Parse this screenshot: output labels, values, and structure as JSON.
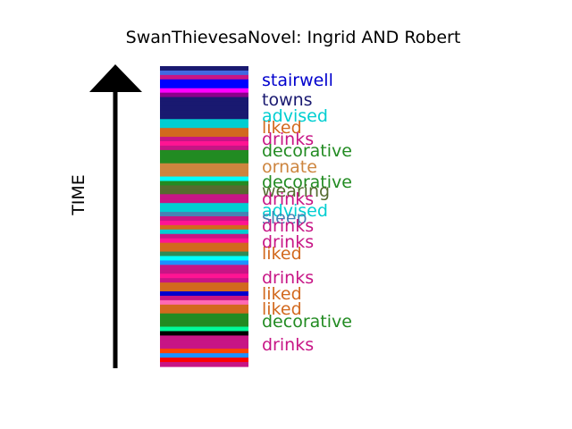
{
  "title": "SwanThievesaNovel: Ingrid AND Robert",
  "axis_label": "TIME",
  "stripes": [
    "#191970",
    "#4169e1",
    "#c71585",
    "#0000ff",
    "#0000ff",
    "#ff00ff",
    "#8b008b",
    "#191970",
    "#191970",
    "#191970",
    "#191970",
    "#191970",
    "#00ced1",
    "#00ced1",
    "#d2691e",
    "#d2691e",
    "#c71585",
    "#ff1493",
    "#c71585",
    "#228b22",
    "#228b22",
    "#228b22",
    "#cd853f",
    "#cd853f",
    "#cd853f",
    "#00ffff",
    "#228b22",
    "#556b2f",
    "#556b2f",
    "#c71585",
    "#c71585",
    "#00ced1",
    "#00ced1",
    "#4682b4",
    "#c71585",
    "#ff1493",
    "#d2691e",
    "#00ced1",
    "#c71585",
    "#ff1493",
    "#d2691e",
    "#d2691e",
    "#2e8b57",
    "#00ffff",
    "#1e90ff",
    "#c71585",
    "#c71585",
    "#ff1493",
    "#c71585",
    "#d2691e",
    "#d2691e",
    "#0000cd",
    "#c71585",
    "#ff69b4",
    "#d2691e",
    "#d2691e",
    "#228b22",
    "#228b22",
    "#228b22",
    "#00fa9a",
    "#000000",
    "#c71585",
    "#c71585",
    "#c71585",
    "#ff4500",
    "#1e90ff",
    "#ff0000",
    "#c71585"
  ],
  "labels": [
    {
      "text": "stairwell",
      "color": "#0000cd"
    },
    {
      "text": "towns",
      "color": "#191970"
    },
    {
      "text": "advised",
      "color": "#00ced1"
    },
    {
      "text": "liked",
      "color": "#d2691e"
    },
    {
      "text": "drinks",
      "color": "#c71585"
    },
    {
      "text": "decorative",
      "color": "#228b22"
    },
    {
      "text": "ornate",
      "color": "#cd853f"
    },
    {
      "text": "decorative",
      "color": "#228b22"
    },
    {
      "text": "wearing",
      "color": "#556b2f"
    },
    {
      "text": "drinks",
      "color": "#c71585"
    },
    {
      "text": "advised",
      "color": "#00ced1"
    },
    {
      "text": "sleep",
      "color": "#4682b4"
    },
    {
      "text": "drinks",
      "color": "#c71585"
    },
    {
      "text": "drinks",
      "color": "#c71585"
    },
    {
      "text": "liked",
      "color": "#d2691e"
    },
    {
      "text": "drinks",
      "color": "#c71585"
    },
    {
      "text": "liked",
      "color": "#d2691e"
    },
    {
      "text": "liked",
      "color": "#d2691e"
    },
    {
      "text": "decorative",
      "color": "#228b22"
    },
    {
      "text": "drinks",
      "color": "#c71585"
    }
  ]
}
